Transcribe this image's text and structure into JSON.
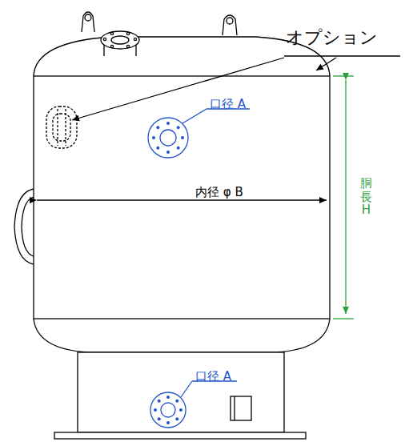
{
  "diagram": {
    "labels": [
      "オプション",
      "口径 A",
      "内径 φ B",
      "胴長 H",
      "口径 A"
    ]
  }
}
